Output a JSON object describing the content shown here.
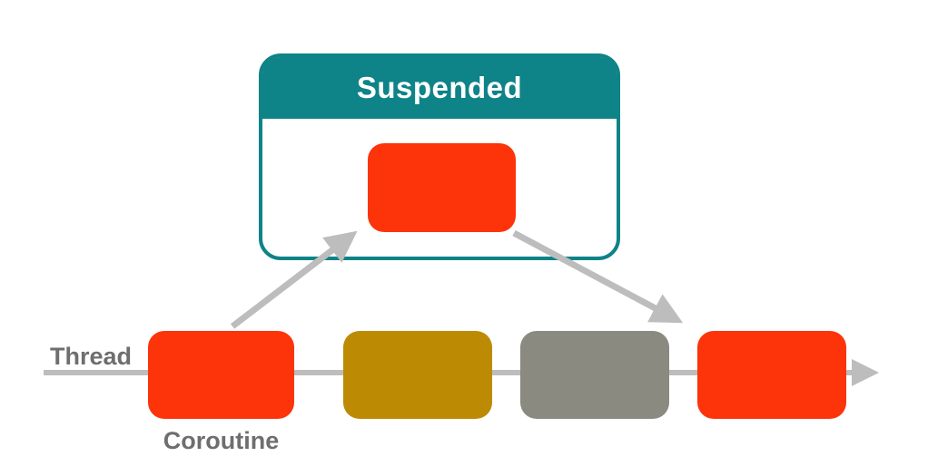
{
  "diagram": {
    "suspended_box": {
      "label": "Suspended"
    },
    "thread_label": "Thread",
    "coroutine_label": "Coroutine"
  },
  "colors": {
    "teal": "#0E8388",
    "orange": "#FD330A",
    "gold": "#BD8A04",
    "gray-block": "#8A8A80",
    "line-gray": "#BDBDBD",
    "label-gray": "#6E6E6E",
    "white": "#FFFFFF"
  }
}
